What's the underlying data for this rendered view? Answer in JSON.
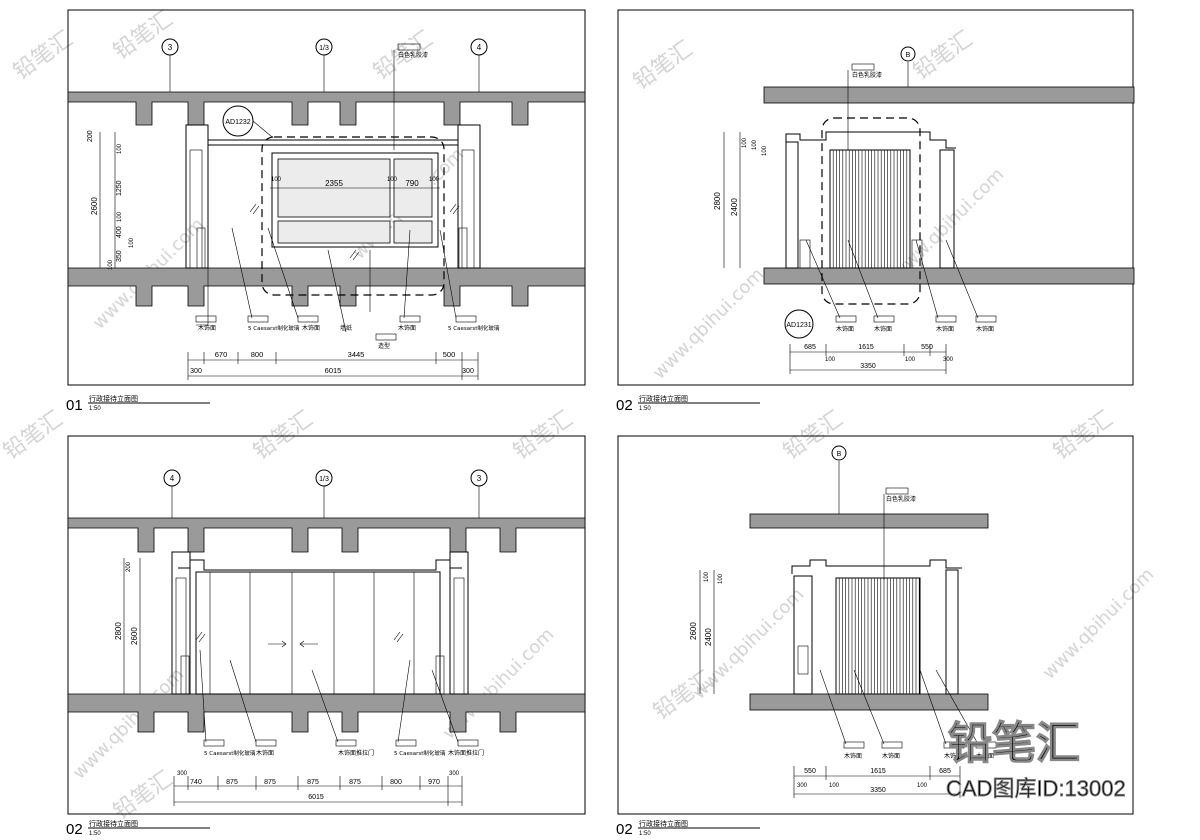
{
  "panels": {
    "p1": {
      "grid": [
        "3",
        "1/3",
        "4"
      ],
      "tag_top": "白色乳胶漆",
      "section_id": "AD1232",
      "width_labels": [
        "2355",
        "790"
      ],
      "pad_labels": [
        "100",
        "100",
        "100"
      ],
      "height_dims": [
        "200",
        "2600",
        "1250",
        "400",
        "350",
        "100",
        "100",
        "100",
        "100"
      ],
      "notes": [
        "木饰面",
        "5 Caesarst制化玻璃",
        "木饰面",
        "墙纸",
        "木饰面",
        "5 Caesarst制化玻璃",
        "造型"
      ],
      "dims_row1": [
        "670",
        "800",
        "3445",
        "500"
      ],
      "dims_row2": [
        "300",
        "6015",
        "300"
      ],
      "title_num": "01",
      "title": "行政接待立面图",
      "scale": "1:50"
    },
    "p2": {
      "grid": [
        "B"
      ],
      "tag_top": "白色乳胶漆",
      "section_id": "AD1231",
      "height_dims": [
        "2800",
        "2400",
        "100",
        "100",
        "100"
      ],
      "notes": [
        "木饰面",
        "木饰面",
        "木饰面",
        "木饰面"
      ],
      "dims_row1": [
        "685",
        "1615",
        "550"
      ],
      "dims_row2": [
        "100",
        "100",
        "3350",
        "300"
      ],
      "title_num": "02",
      "title": "行政接待立面图",
      "scale": "1:50"
    },
    "p3": {
      "grid": [
        "4",
        "1/3",
        "3"
      ],
      "height_dims": [
        "200",
        "2800",
        "2600"
      ],
      "notes": [
        "5 Caesarst制化玻璃",
        "木饰面",
        "木饰面推拉门",
        "5 Caesarst制化玻璃",
        "木饰面推拉门"
      ],
      "dims_row1": [
        "740",
        "875",
        "875",
        "875",
        "875",
        "800",
        "970"
      ],
      "dims_row2": [
        "300",
        "6015",
        "300"
      ],
      "title_num": "02",
      "title": "行政接待立面图",
      "scale": "1:50"
    },
    "p4": {
      "grid": [
        "B"
      ],
      "tag_top": "白色乳胶漆",
      "height_dims": [
        "2600",
        "2400",
        "100",
        "100"
      ],
      "notes": [
        "木饰面",
        "木饰面",
        "木饰面",
        "木饰面"
      ],
      "dims_row1": [
        "550",
        "1615",
        "685"
      ],
      "dims_row2": [
        "300",
        "100",
        "3350",
        "100"
      ],
      "title_num": "02",
      "title": "行政接待立面图",
      "scale": "1:50"
    }
  },
  "brand": {
    "logo": "铅笔汇",
    "caption": "CAD图库ID:13002"
  },
  "watermark": {
    "site": "www.qbihui.com",
    "logo": "铅笔汇"
  }
}
